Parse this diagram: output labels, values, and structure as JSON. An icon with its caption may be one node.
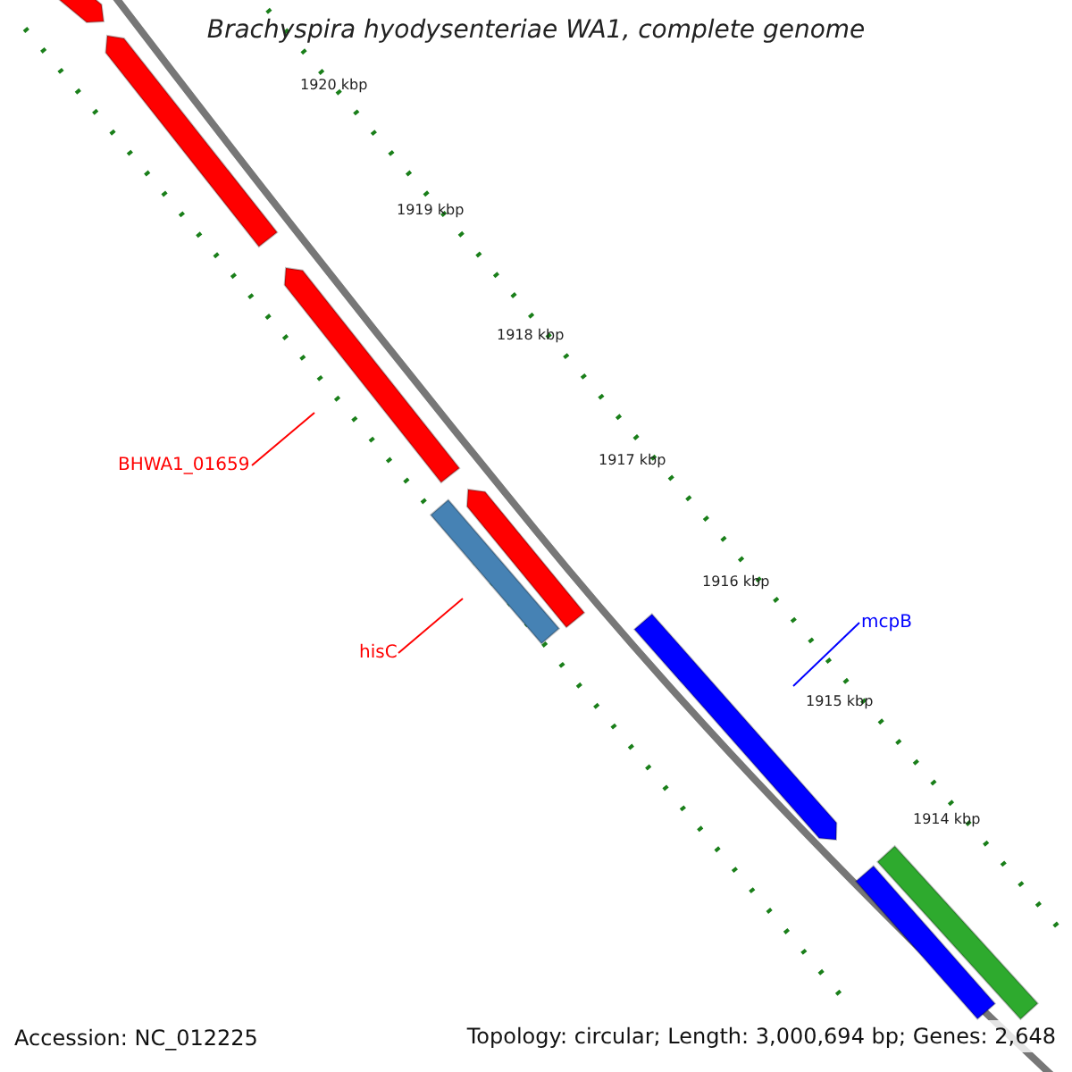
{
  "diagram": {
    "title": "Brachyspira hyodysenteriae WA1, complete genome",
    "nodes": [
      {
        "text": [],
        "shape": "bar"
      },
      {
        "text": [],
        "shape": "bar"
      },
      {
        "text": [],
        "shape": "bar"
      },
      {
        "text": [
          "BHWA1_01659"
        ]
      },
      {
        "text": [],
        "shape": "bar"
      },
      {
        "text": [],
        "shape": "bar"
      },
      {
        "text": [],
        "shape": "bar"
      },
      {
        "text": [
          "mcpB"
        ]
      },
      {
        "text": [
          "hisC"
        ]
      },
      {
        "text": [],
        "shape": "bar"
      },
      {
        "text": [],
        "shape": "bar"
      }
    ],
    "edges": [
      {
        "from": 3,
        "to": 2,
        "arrow": "none",
        "color": "#ff0000"
      },
      {
        "from": 8,
        "to": 5,
        "arrow": "none",
        "color": "#ff0000"
      },
      {
        "from": 7,
        "to": 6,
        "arrow": "none",
        "color": "#0000ff"
      }
    ],
    "labels": [
      "1920 kbp",
      "1919 kbp",
      "1918 kbp",
      "1917 kbp",
      "1916 kbp",
      "1915 kbp",
      "1914 kbp",
      "Accession: NC_012225",
      "Topology: circular; Length: 3,000,694 bp; Genes: 2,648"
    ]
  }
}
